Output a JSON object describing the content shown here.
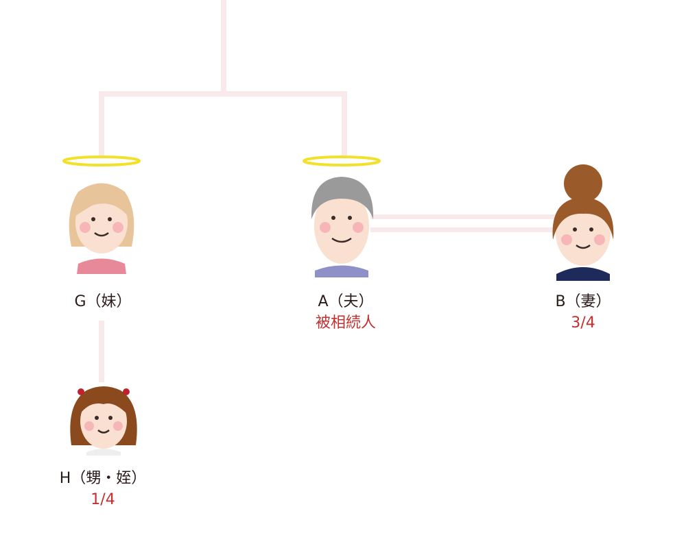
{
  "people": {
    "g": {
      "name": "G（妹）",
      "deceased": true
    },
    "a": {
      "name": "A（夫）",
      "role": "被相続人",
      "deceased": true
    },
    "b": {
      "name": "B（妻）",
      "share": "3/4"
    },
    "h": {
      "name": "H（甥・姪）",
      "share": "1/4"
    }
  },
  "colors": {
    "line": "#f8eaea",
    "accent": "#c0302f",
    "halo": "#f2e12a"
  }
}
